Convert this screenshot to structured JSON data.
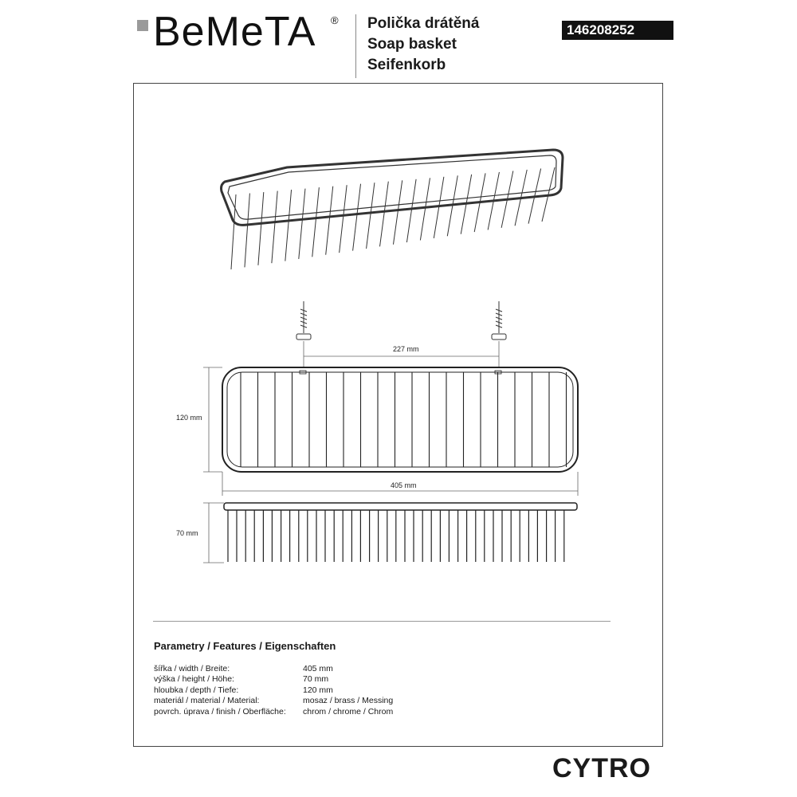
{
  "brand": {
    "name": "BeMeTA",
    "registered": "®"
  },
  "product": {
    "titles": [
      "Polička drátěná",
      "Soap basket",
      "Seifenkorb"
    ],
    "code": "146208252",
    "series": "CYTRO"
  },
  "dimensions": {
    "mount_spacing": "227 mm",
    "depth": "120 mm",
    "width": "405 mm",
    "height": "70 mm"
  },
  "parameters": {
    "title": "Parametry / Features / Eigenschaften",
    "rows": [
      {
        "label": "šířka / width / Breite:",
        "value": "405 mm"
      },
      {
        "label": "výška / height / Höhe:",
        "value": "70 mm"
      },
      {
        "label": "hloubka / depth / Tiefe:",
        "value": "120 mm"
      },
      {
        "label": "materiál / material / Material:",
        "value": "mosaz / brass / Messing"
      },
      {
        "label": "povrch. úprava / finish / Oberfläche:",
        "value": "chrom / chrome / Chrom"
      }
    ]
  }
}
